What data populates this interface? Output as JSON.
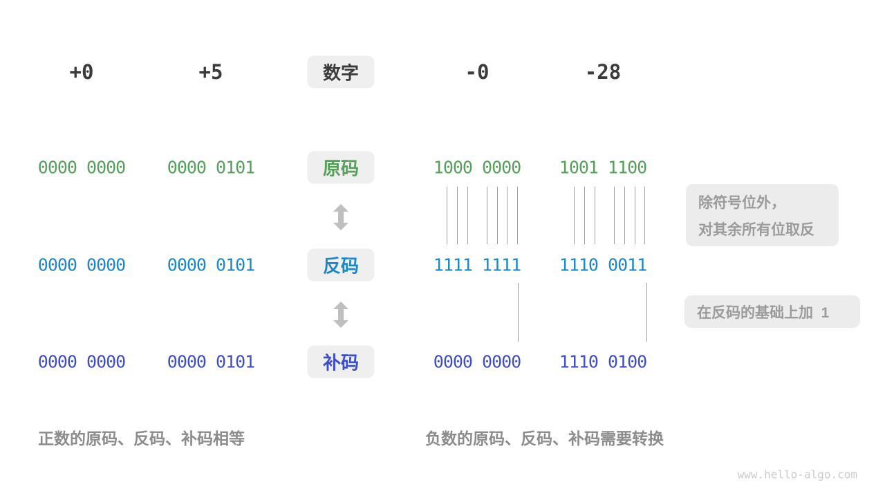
{
  "columns": {
    "col1": "+0",
    "col2": "+5",
    "col3": "-0",
    "col4": "-28"
  },
  "center_header": "数字",
  "rows": [
    {
      "label": "原码",
      "color": "#55A05A",
      "values": [
        "0000 0000",
        "0000 0101",
        "1000 0000",
        "1001 1100"
      ]
    },
    {
      "label": "反码",
      "color": "#1E87C8",
      "values": [
        "0000 0000",
        "0000 0101",
        "1111 1111",
        "1110 0011"
      ]
    },
    {
      "label": "补码",
      "color": "#3D4EC6",
      "values": [
        "0000 0000",
        "0000 0101",
        "0000 0000",
        "1110 0100"
      ]
    }
  ],
  "annotations": {
    "invert_line1": "除符号位外，",
    "invert_line2": "对其余所有位取反",
    "add_one": "在反码的基础上加  1"
  },
  "captions": {
    "positive": "正数的原码、反码、补码相等",
    "negative": "负数的原码、反码、补码需要转换"
  },
  "watermark": "www.hello-algo.com",
  "palette": {
    "header_text": "#3B3B3B",
    "tag_background": "#EFEFEF",
    "annotation_text": "#9B9B9B",
    "caption_text": "#8C8C8C",
    "connector_line": "#9E9E9E",
    "arrow": "#BFBFBF",
    "watermark_text": "#CBCBCB"
  }
}
